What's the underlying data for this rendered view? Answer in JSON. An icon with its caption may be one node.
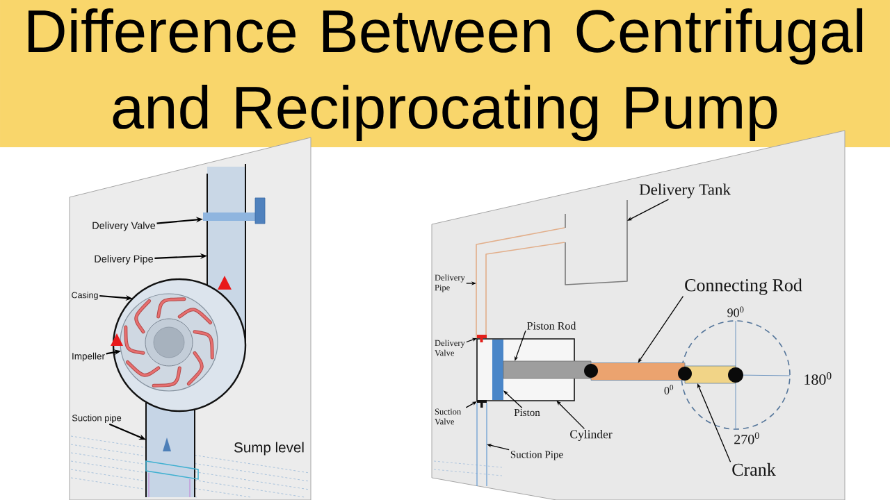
{
  "diagram": {
    "title": "Difference Between Centrifugal and Reciprocating Pump",
    "nodes": [
      {
        "text": [
          "Delivery Valve"
        ]
      },
      {
        "text": [],
        "shape": "bar"
      },
      {
        "text": [
          "Delivery Pipe"
        ]
      },
      {
        "text": [],
        "shape": "bar"
      },
      {
        "text": [
          "Casing"
        ]
      },
      {
        "text": [],
        "shape": "circle"
      },
      {
        "text": [
          "Impeller"
        ]
      },
      {
        "text": [],
        "shape": "circle",
        "in": 5
      },
      {
        "text": [
          "Suction pipe"
        ]
      },
      {
        "text": [],
        "shape": "bar"
      },
      {
        "text": [
          "Delivery Tank"
        ]
      },
      {
        "text": [],
        "shape": "box"
      },
      {
        "text": [
          "Delivery Pipe"
        ]
      },
      {
        "text": [],
        "shape": "line"
      },
      {
        "text": [
          "Delivery Valve"
        ]
      },
      {
        "text": [],
        "shape": "bar"
      },
      {
        "text": [
          "Piston Rod"
        ]
      },
      {
        "text": [],
        "shape": "bar"
      },
      {
        "text": [
          "Cylinder"
        ]
      },
      {
        "text": [],
        "shape": "box"
      },
      {
        "text": [
          "Piston"
        ]
      },
      {
        "text": [],
        "shape": "bar",
        "in": 19
      },
      {
        "text": [
          "Suction Valve"
        ]
      },
      {
        "text": [],
        "shape": "bar"
      },
      {
        "text": [
          "Suction Pipe"
        ]
      },
      {
        "text": [],
        "shape": "line"
      },
      {
        "text": [
          "Connecting Rod"
        ]
      },
      {
        "text": [],
        "shape": "bar"
      },
      {
        "text": [
          "Crank"
        ]
      },
      {
        "text": [],
        "shape": "bar"
      }
    ],
    "edges": [
      {
        "from": 0,
        "to": 1,
        "arrow": "to"
      },
      {
        "from": 2,
        "to": 3,
        "arrow": "to"
      },
      {
        "from": 4,
        "to": 5,
        "arrow": "to"
      },
      {
        "from": 6,
        "to": 7,
        "arrow": "to"
      },
      {
        "from": 8,
        "to": 9,
        "arrow": "to"
      },
      {
        "from": 10,
        "to": 11,
        "arrow": "to"
      },
      {
        "from": 12,
        "to": 13,
        "arrow": "to"
      },
      {
        "from": 14,
        "to": 15,
        "arrow": "to"
      },
      {
        "from": 16,
        "to": 17,
        "arrow": "to"
      },
      {
        "from": 18,
        "to": 19,
        "arrow": "to"
      },
      {
        "from": 20,
        "to": 21,
        "arrow": "to"
      },
      {
        "from": 22,
        "to": 23,
        "arrow": "to"
      },
      {
        "from": 24,
        "to": 25,
        "arrow": "to"
      },
      {
        "from": 26,
        "to": 27,
        "arrow": "to"
      },
      {
        "from": 28,
        "to": 29,
        "arrow": "to"
      }
    ],
    "labels": [
      "Sump level",
      "90$^{0}$",
      "180$^{0}$",
      "0$^{0}$",
      "270$^{0}$"
    ]
  }
}
